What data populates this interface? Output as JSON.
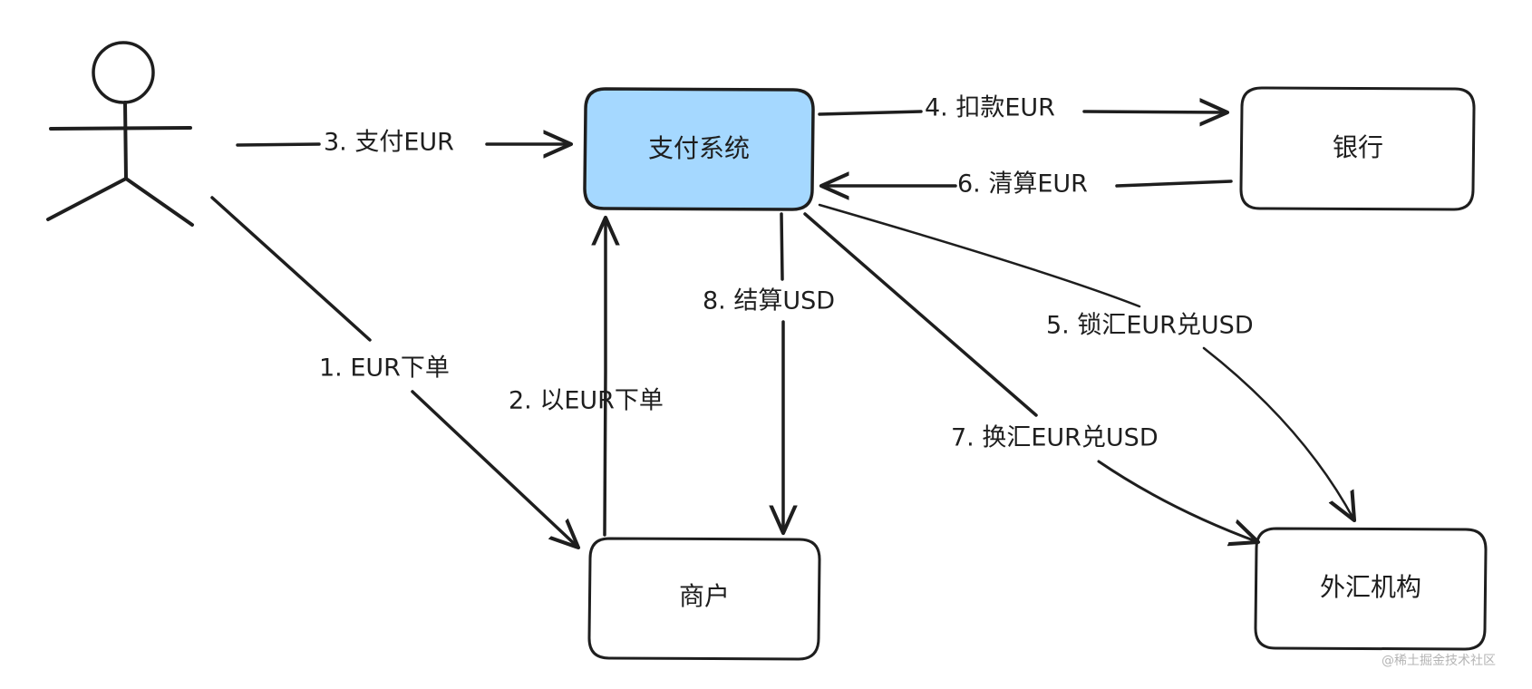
{
  "nodes": {
    "payment_system": "支付系统",
    "bank": "银行",
    "merchant": "商户",
    "fx_institution": "外汇机构"
  },
  "edges": {
    "e1": "1. EUR下单",
    "e2": "2. 以EUR下单",
    "e3": "3. 支付EUR",
    "e4": "4. 扣款EUR",
    "e5": "5. 锁汇EUR兑USD",
    "e6": "6. 清算EUR",
    "e7": "7. 换汇EUR兑USD",
    "e8": "8. 结算USD"
  },
  "watermark": "@稀土掘金技术社区",
  "colors": {
    "highlight_fill": "#a5d8ff",
    "stroke": "#1e1e1e",
    "background": "#ffffff"
  }
}
